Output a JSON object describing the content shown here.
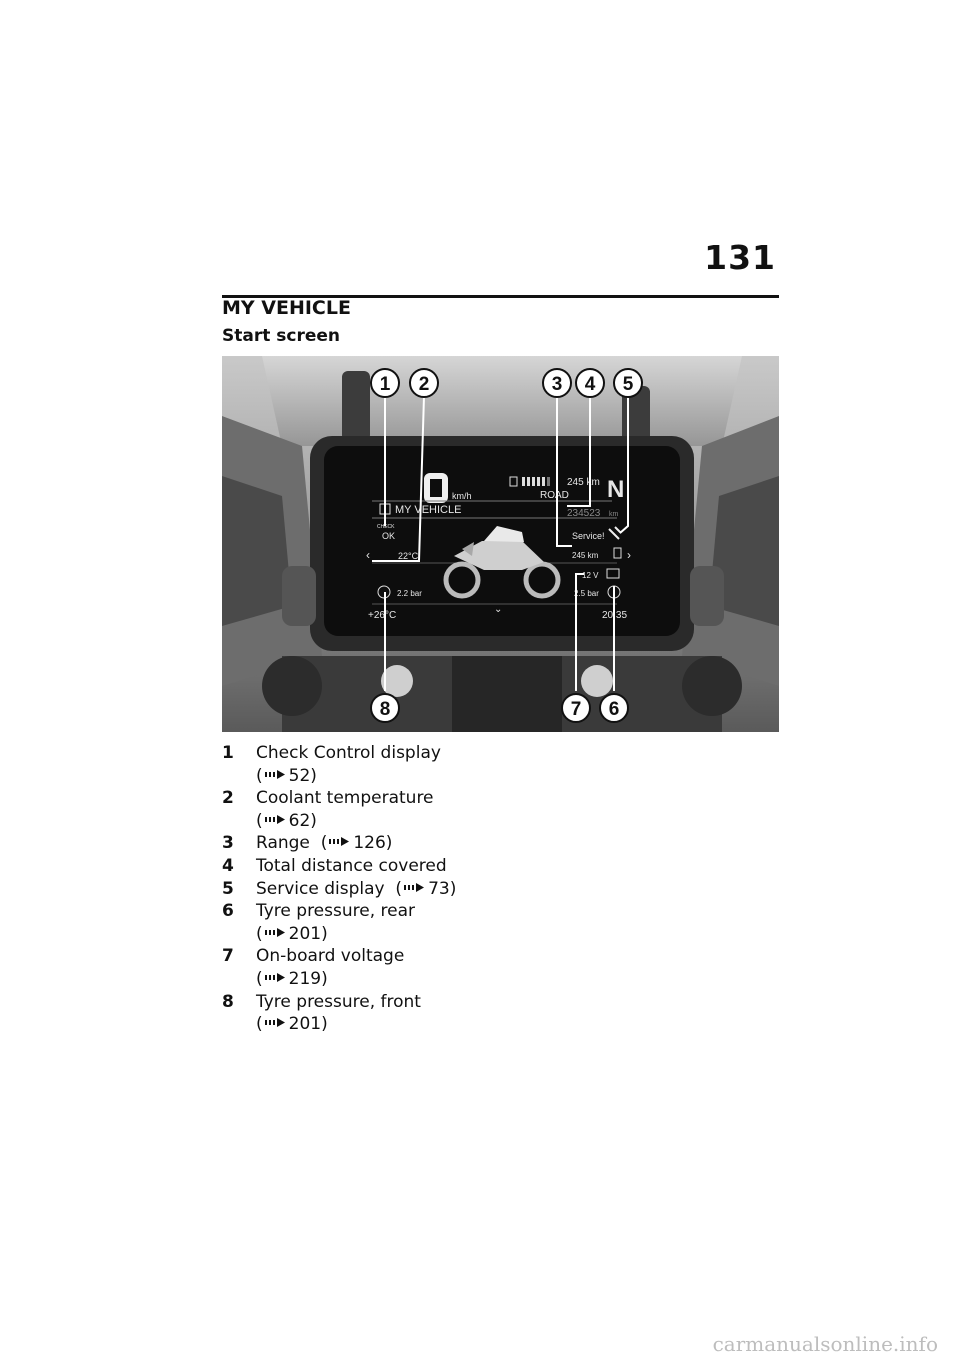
{
  "page": {
    "number": "131",
    "section_title": "MY VEHICLE",
    "subsection_title": "Start screen"
  },
  "figure": {
    "callouts": [
      "1",
      "2",
      "3",
      "4",
      "5",
      "6",
      "7",
      "8"
    ],
    "display": {
      "speed": "0",
      "speed_unit": "km/h",
      "range_top": "245 km",
      "riding_mode": "ROAD",
      "gear": "N",
      "menu_title": "MY VEHICLE",
      "odometer": "234523",
      "odometer_unit": "km",
      "check_label": "CHECK",
      "check_status": "OK",
      "coolant": "22°C",
      "service": "Service!",
      "range": "245 km",
      "voltage": "12 V",
      "front_pressure": "2.2 bar",
      "rear_pressure": "2.5 bar",
      "ambient": "+26°C",
      "clock": "20:35"
    }
  },
  "legend": [
    {
      "num": "1",
      "line1": "Check Control display",
      "ref": "52",
      "inline": false
    },
    {
      "num": "2",
      "line1": "Coolant temperature",
      "ref": "62",
      "inline": false
    },
    {
      "num": "3",
      "line1": "Range",
      "ref": "126",
      "inline": true
    },
    {
      "num": "4",
      "line1": "Total distance covered",
      "ref": "",
      "inline": true
    },
    {
      "num": "5",
      "line1": "Service display",
      "ref": "73",
      "inline": true
    },
    {
      "num": "6",
      "line1": "Tyre pressure, rear",
      "ref": "201",
      "inline": false
    },
    {
      "num": "7",
      "line1": "On-board voltage",
      "ref": "219",
      "inline": false
    },
    {
      "num": "8",
      "line1": "Tyre pressure, front",
      "ref": "201",
      "inline": false
    }
  ],
  "footer": {
    "watermark": "carmanualsonline.info"
  },
  "colors": {
    "text": "#111111",
    "display_bg": "#0d0d0d",
    "photo_bg": "#8a8a8a"
  }
}
